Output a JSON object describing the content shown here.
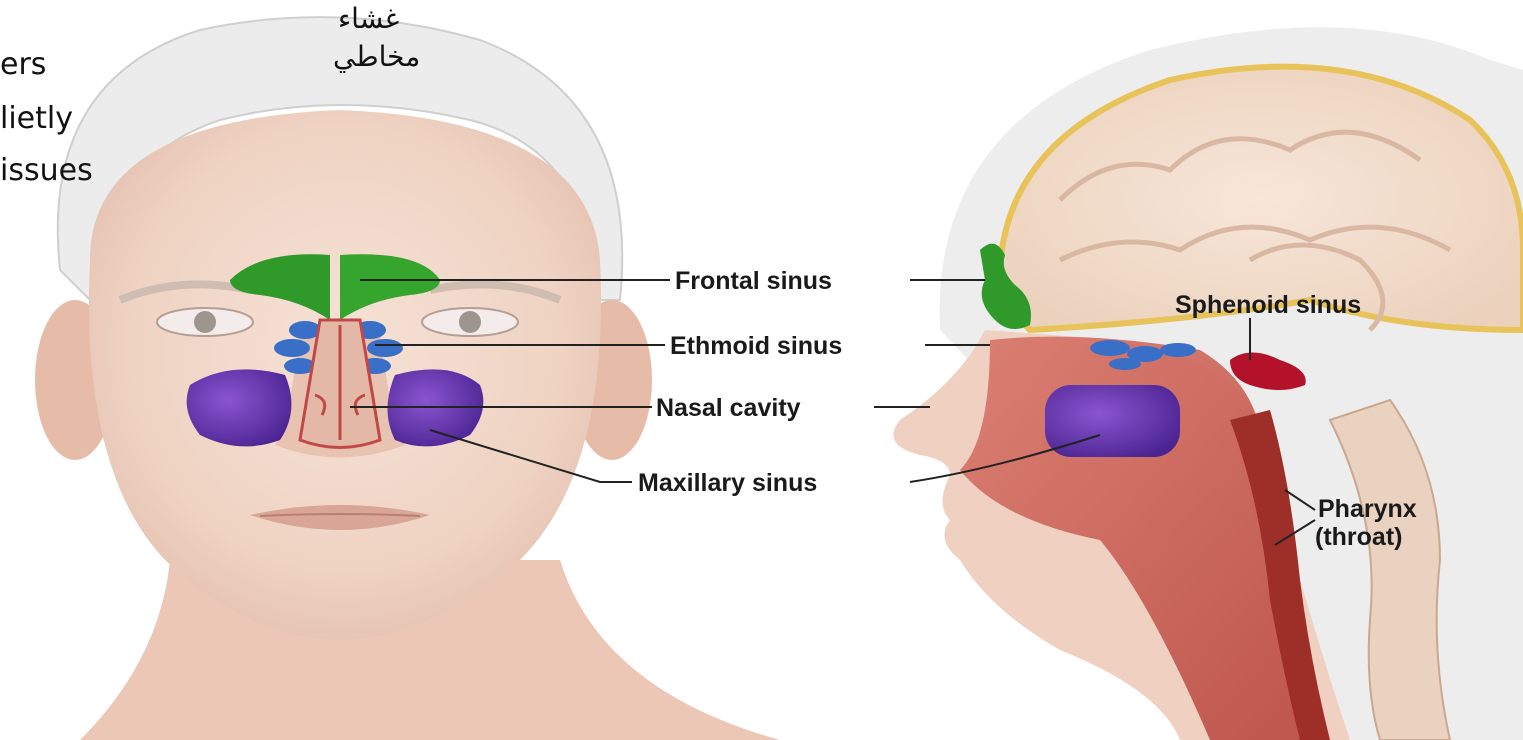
{
  "labels": {
    "frontal": "Frontal sinus",
    "ethmoid": "Ethmoid sinus",
    "nasal": "Nasal cavity",
    "maxillary": "Maxillary sinus",
    "sphenoid": "Sphenoid sinus",
    "pharynx_line1": "Pharynx",
    "pharynx_line2": "(throat)"
  },
  "handwriting": {
    "line1": "ers",
    "line2": "lietly",
    "line3": "issues",
    "arabic_line1": "غشاء",
    "arabic_line2": "مخاطي"
  },
  "colors": {
    "frontal": "#2f9a2a",
    "ethmoid": "#3a6fc8",
    "maxillary": "#6a3aa8",
    "sphenoid": "#b3122a",
    "skin": "#f1d6c8",
    "tissue": "#c9584e"
  }
}
